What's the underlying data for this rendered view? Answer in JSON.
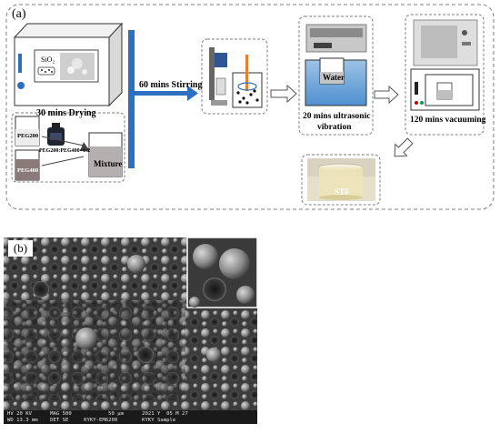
{
  "panel_a": {
    "label": "(a)",
    "drying_label": "30 mins Drying",
    "sio2_label": "SiO₂",
    "stirring_label": "60 mins Stirring",
    "peg200_label": "PEG200",
    "peg400_label": "PEG400",
    "ratio_label": "PEG200:PEG400=1:2",
    "mixture_label": "Mixture",
    "water_label": "Water",
    "ultrasonic_label_1": "20 mins ultrasonic",
    "ultrasonic_label_2": "vibration",
    "vacuum_label": "120 mins vacuuming",
    "stf_label": "STF"
  },
  "panel_b": {
    "label": "(b)",
    "sem_info_line1": "HV 20 KV      MAG 500            50 μm      2021 Y  05 M 27",
    "sem_info_line2": "WD 13.3 mm    DET SE     KYKY-EM6200        KYKY Sample"
  },
  "colors": {
    "arrow_blue": "#2e6fc0",
    "water_blue": "#5b9bd5",
    "dash_gray": "#7f7f7f",
    "sem_dark": "#2a2a2a"
  }
}
